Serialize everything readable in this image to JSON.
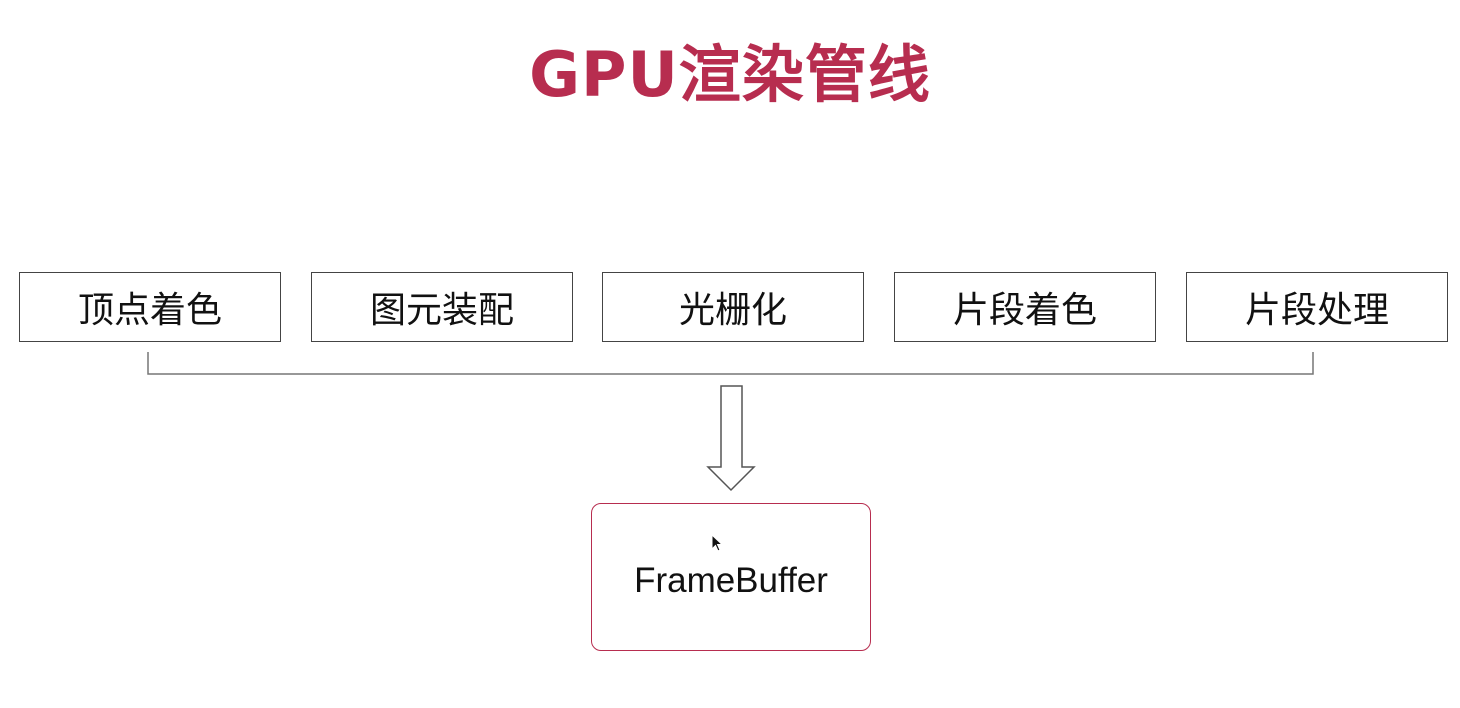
{
  "title": "GPU渲染管线",
  "colors": {
    "title": "#b72d4f",
    "stage_border": "#444444",
    "framebuffer_border": "#b72d4f"
  },
  "stages": [
    "顶点着色",
    "图元装配",
    "光栅化",
    "片段着色",
    "片段处理"
  ],
  "output": "FrameBuffer",
  "icons": {
    "flow_arrow": "down-arrow-icon",
    "cursor": "mouse-cursor-icon"
  }
}
